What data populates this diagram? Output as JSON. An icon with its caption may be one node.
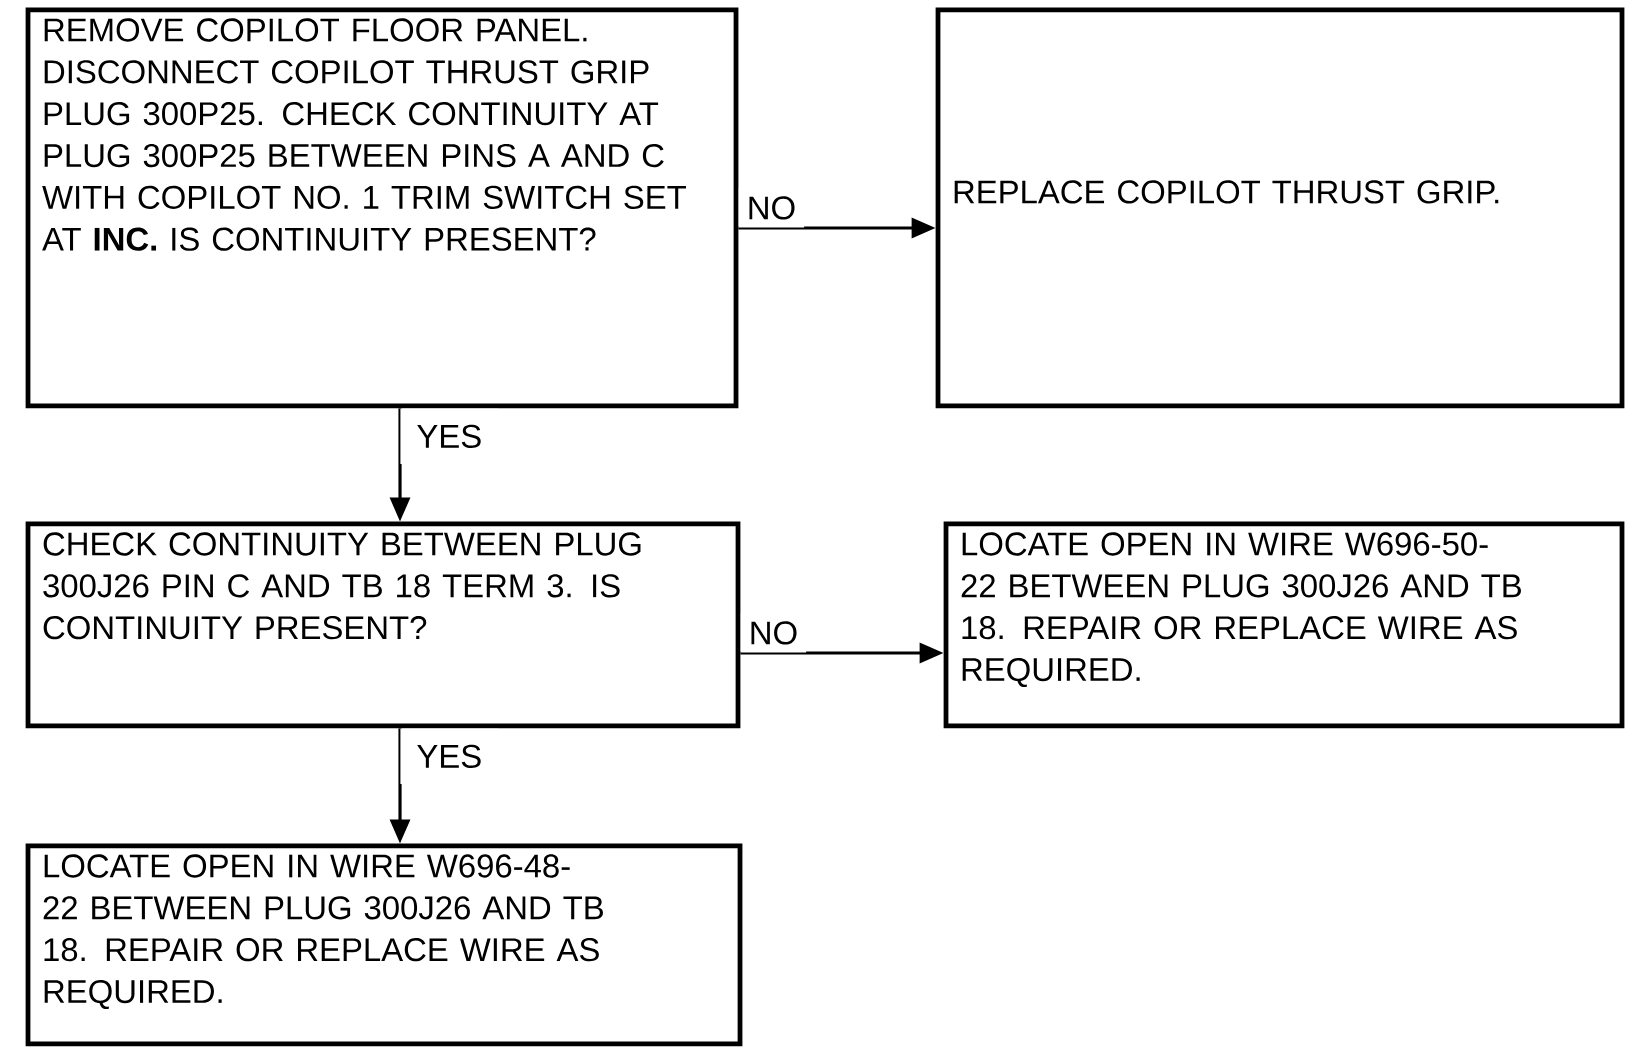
{
  "diagram": {
    "nodes": [
      {
        "text": [
          "REMOVE COPILOT FLOOR PANEL. DISCONNECT COPILOT THRUST GRIP PLUG 300P25. CHECK CONTINUITY AT PLUG 300P25 BETWEEN PINS A AND C WITH COPILOT NO. 1 TRIM SWITCH SET AT **INC.** IS CONTINUITY PRESENT?"
        ]
      },
      {
        "text": [
          "REPLACE COPILOT THRUST GRIP."
        ]
      },
      {
        "text": [
          "CHECK CONTINUITY BETWEEN PLUG 300J26 PIN C AND TB 18 TERM 3. IS CONTINUITY PRESENT?"
        ]
      },
      {
        "text": [
          "LOCATE OPEN IN WIRE W696-50-22 BETWEEN PLUG 300J26 AND TB 18. REPAIR OR REPLACE WIRE AS REQUIRED."
        ]
      },
      {
        "text": [
          "LOCATE OPEN IN WIRE W696-48-22 BETWEEN PLUG 300J26 AND TB 18. REPAIR OR REPLACE WIRE AS REQUIRED."
        ]
      }
    ],
    "edges": [
      {
        "from": 0,
        "to": 1,
        "arrow": "to",
        "label": "NO"
      },
      {
        "from": 0,
        "to": 2,
        "arrow": "to",
        "label": "YES"
      },
      {
        "from": 2,
        "to": 3,
        "arrow": "to",
        "label": "NO"
      },
      {
        "from": 2,
        "to": 4,
        "arrow": "to",
        "label": "YES"
      }
    ]
  }
}
